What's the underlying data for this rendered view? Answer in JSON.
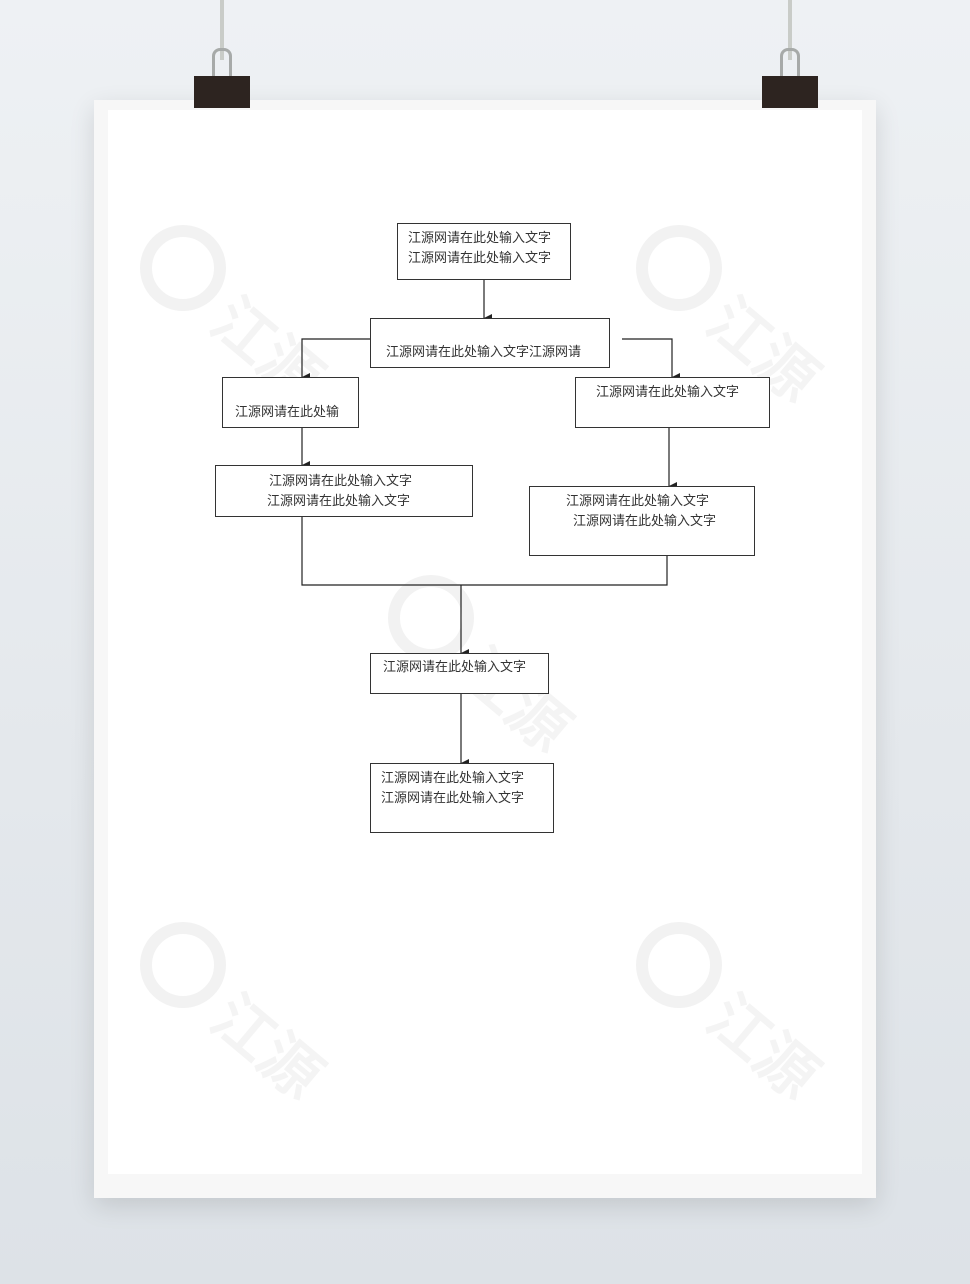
{
  "flowchart": {
    "nodes": {
      "n1": [
        "江源网请在此处输入文字",
        "江源网请在此处输入文字"
      ],
      "n2": [
        "江源网请在此处输入文字江源网请"
      ],
      "n3": [
        "江源网请在此处输"
      ],
      "n4": [
        "江源网请在此处输入文字"
      ],
      "n5": [
        "江源网请在此处输入文字",
        "江源网请在此处输入文字"
      ],
      "n6": [
        "江源网请在此处输入文字",
        "江源网请在此处输入文字"
      ],
      "n7": [
        "江源网请在此处输入文字"
      ],
      "n8": [
        "江源网请在此处输入文字",
        "江源网请在此处输入文字"
      ]
    }
  },
  "watermark": {
    "text": "江源"
  },
  "colors": {
    "line": "#222222",
    "border": "#333333"
  }
}
